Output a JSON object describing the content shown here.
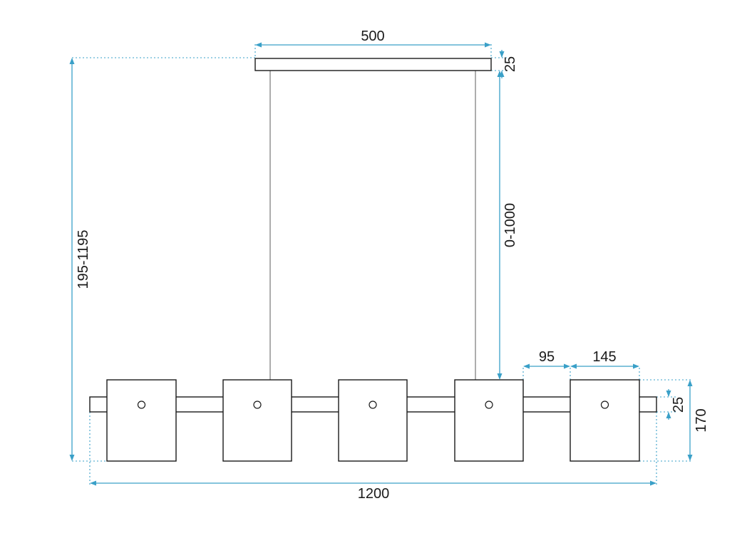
{
  "colors": {
    "dimension": "#3aa0c8",
    "outline": "#1a1a1a",
    "wire": "#8a8a8a",
    "background": "#ffffff"
  },
  "dimensions": {
    "canopy_width": "500",
    "canopy_height": "25",
    "suspension_length": "0-1000",
    "total_height": "195-1195",
    "shade_gap": "95",
    "shade_width": "145",
    "bar_height": "25",
    "body_height": "170",
    "total_length": "1200"
  },
  "lamp": {
    "shade_count": 5
  }
}
